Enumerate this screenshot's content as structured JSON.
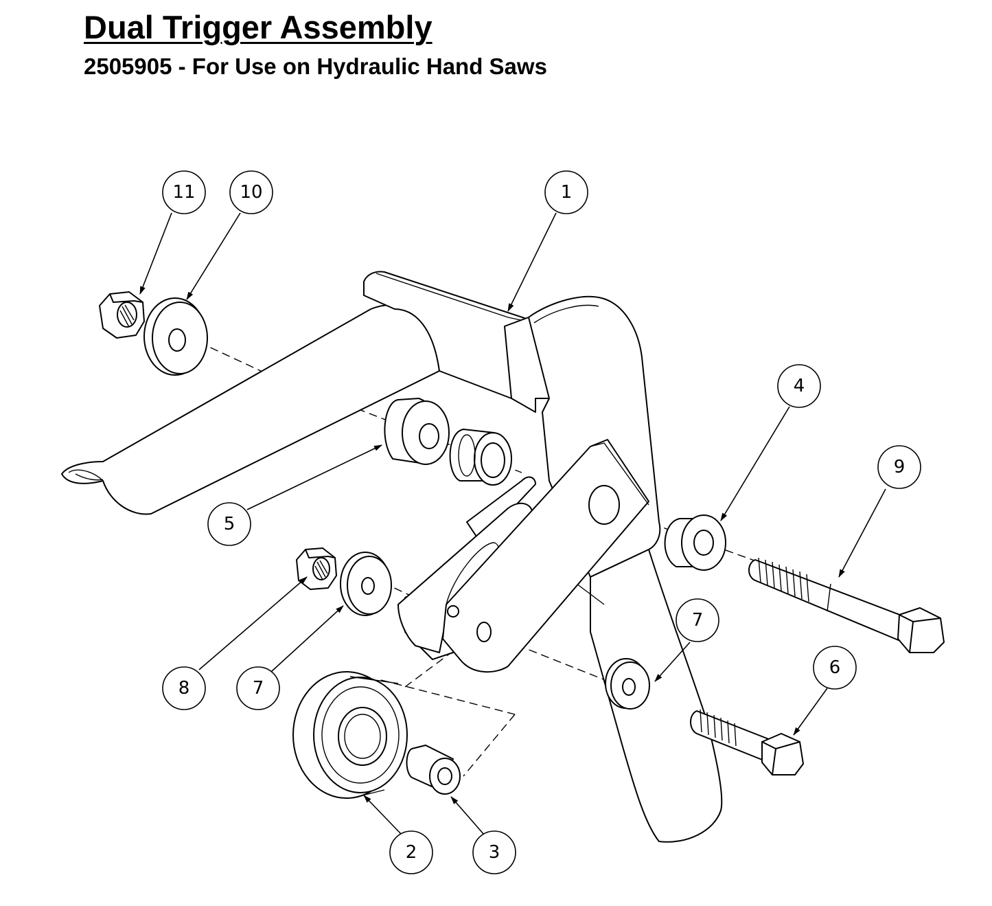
{
  "title": "Dual Trigger Assembly",
  "subtitle": "2505905 - For Use on Hydraulic Hand Saws",
  "callouts": {
    "c1": "1",
    "c2": "2",
    "c3": "3",
    "c4": "4",
    "c5": "5",
    "c6": "6",
    "c7a": "7",
    "c7b": "7",
    "c8": "8",
    "c9": "9",
    "c10": "10",
    "c11": "11"
  }
}
